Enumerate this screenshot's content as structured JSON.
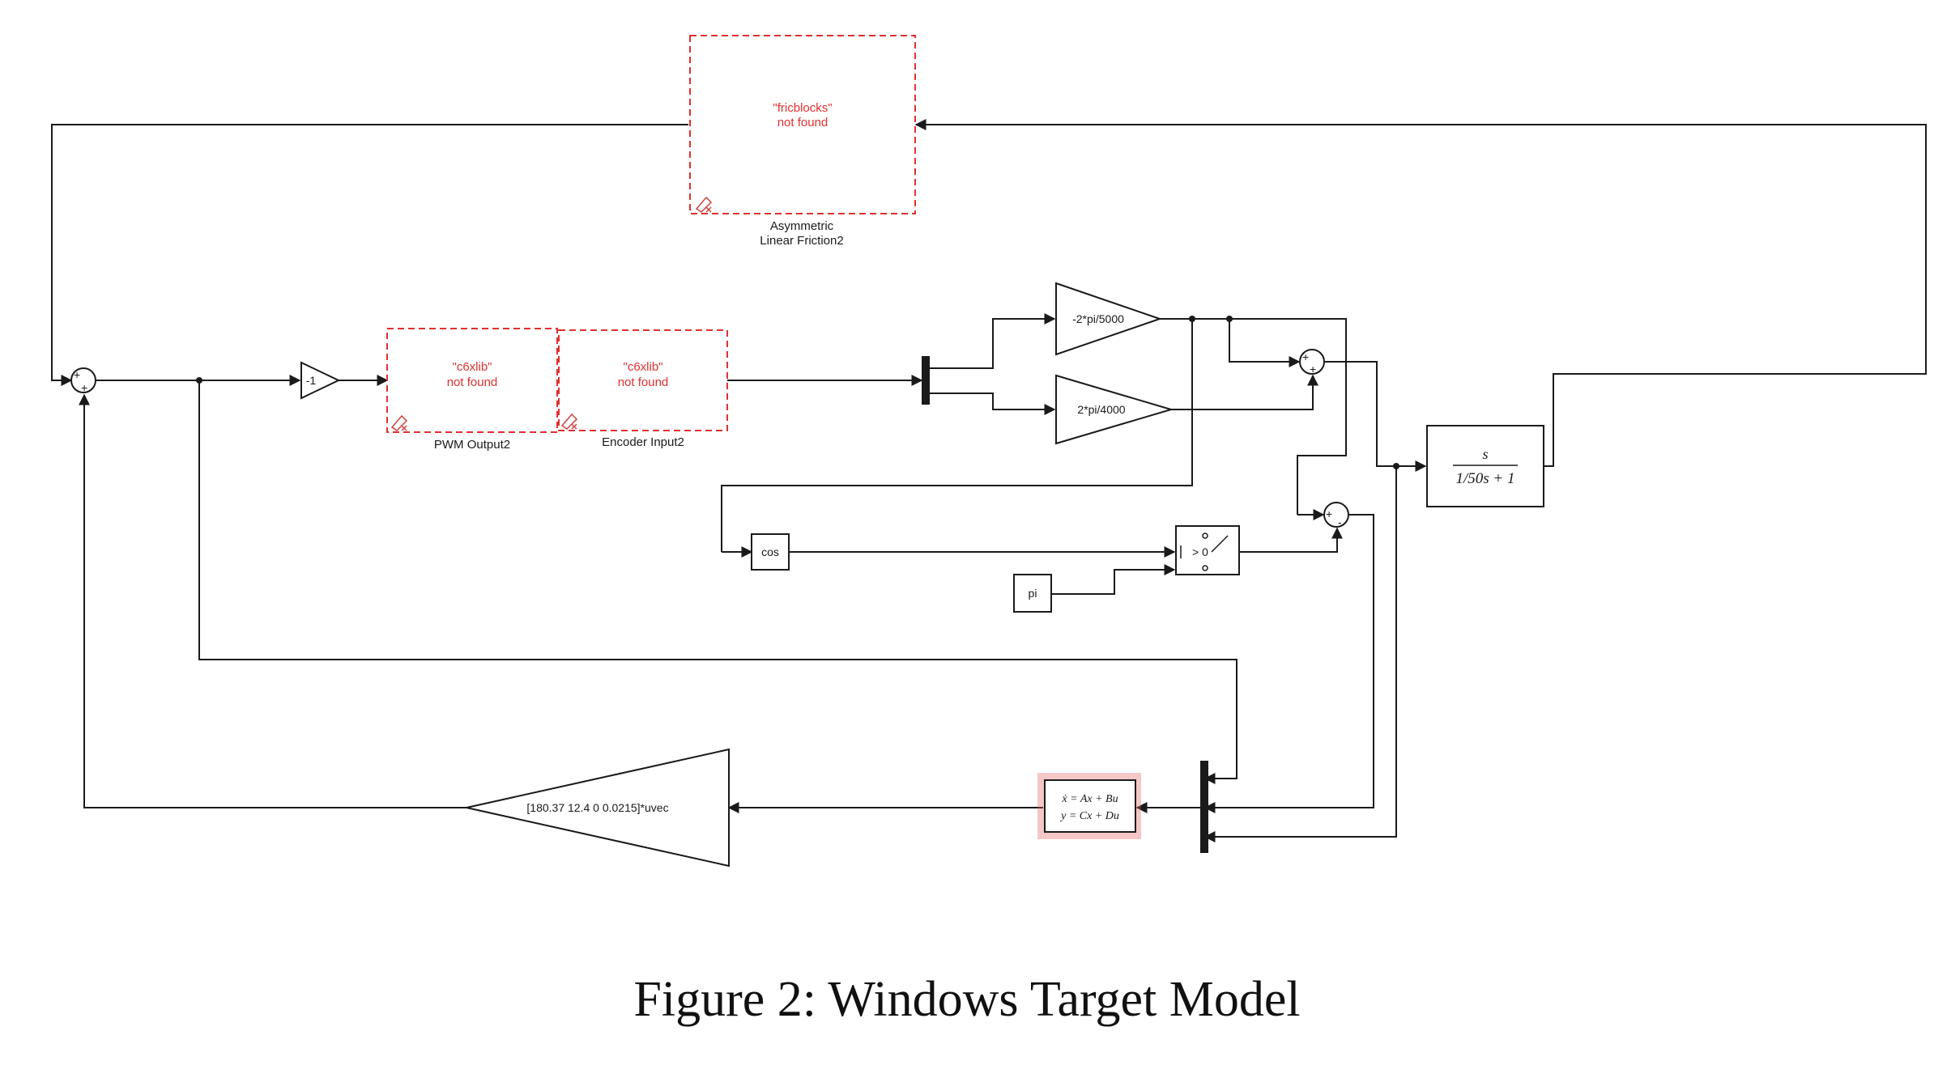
{
  "blocks": {
    "friction": {
      "lib": "\"fricblocks\"",
      "status": "not found",
      "name_line1": "Asymmetric",
      "name_line2": "Linear Friction2"
    },
    "pwm": {
      "lib": "\"c6xlib\"",
      "status": "not found",
      "name": "PWM Output2"
    },
    "encoder": {
      "lib": "\"c6xlib\"",
      "status": "not found",
      "name": "Encoder Input2"
    },
    "gain_neg1": "-1",
    "gain_top": "-2*pi/5000",
    "gain_bottom": "2*pi/4000",
    "cos": "cos",
    "pi": "pi",
    "switch": "> 0",
    "tf": {
      "numerator": "s",
      "denominator": "1/50s + 1"
    },
    "state_space": {
      "line1": "ẋ = Ax + Bu",
      "line2": "y = Cx + Du"
    },
    "feedback_gain": "[180.37 12.4 0 0.0215]*uvec"
  },
  "caption": "Figure 2: Windows Target Model"
}
